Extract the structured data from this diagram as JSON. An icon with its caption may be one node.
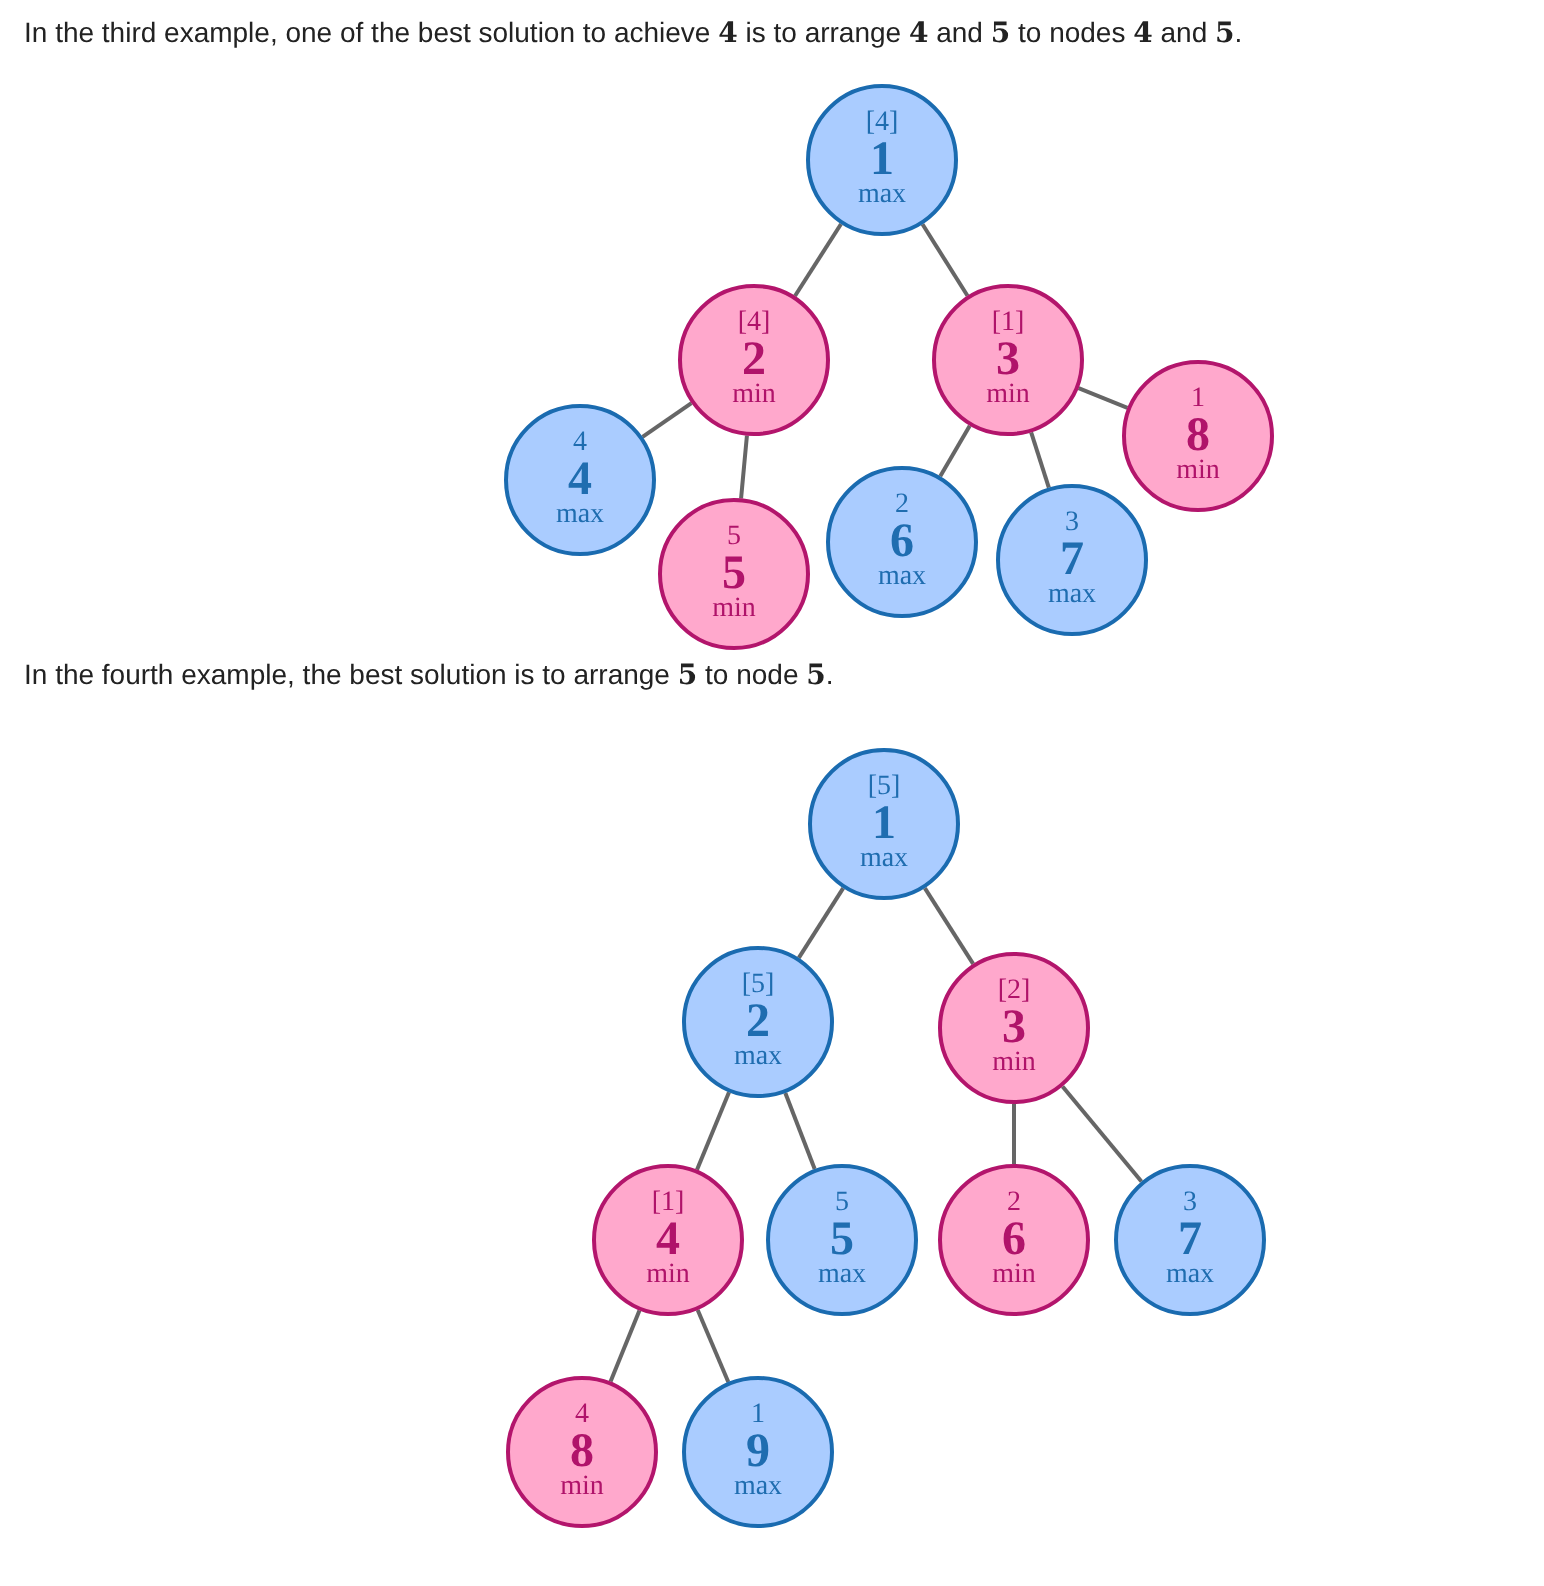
{
  "diagram": {
    "nodes": [
      {
        "text": [
          "[4]",
          "1",
          "max"
        ]
      },
      {
        "text": [
          "[4]",
          "2",
          "min"
        ]
      },
      {
        "text": [
          "[1]",
          "3",
          "min"
        ]
      },
      {
        "text": [
          "4",
          "4",
          "max"
        ]
      },
      {
        "text": [
          "5",
          "5",
          "min"
        ]
      },
      {
        "text": [
          "2",
          "6",
          "max"
        ]
      },
      {
        "text": [
          "3",
          "7",
          "max"
        ]
      },
      {
        "text": [
          "1",
          "8",
          "min"
        ]
      },
      {
        "text": [
          "[5]",
          "1",
          "max"
        ]
      },
      {
        "text": [
          "[5]",
          "2",
          "max"
        ]
      },
      {
        "text": [
          "[2]",
          "3",
          "min"
        ]
      },
      {
        "text": [
          "[1]",
          "4",
          "min"
        ]
      },
      {
        "text": [
          "5",
          "5",
          "max"
        ]
      },
      {
        "text": [
          "2",
          "6",
          "min"
        ]
      },
      {
        "text": [
          "3",
          "7",
          "max"
        ]
      },
      {
        "text": [
          "4",
          "8",
          "min"
        ]
      },
      {
        "text": [
          "1",
          "9",
          "max"
        ]
      }
    ],
    "edges": [
      {
        "from": 0,
        "to": 1,
        "arrow": "none"
      },
      {
        "from": 0,
        "to": 2,
        "arrow": "none"
      },
      {
        "from": 1,
        "to": 3,
        "arrow": "none"
      },
      {
        "from": 1,
        "to": 4,
        "arrow": "none"
      },
      {
        "from": 2,
        "to": 5,
        "arrow": "none"
      },
      {
        "from": 2,
        "to": 6,
        "arrow": "none"
      },
      {
        "from": 2,
        "to": 7,
        "arrow": "none"
      },
      {
        "from": 8,
        "to": 9,
        "arrow": "none"
      },
      {
        "from": 8,
        "to": 10,
        "arrow": "none"
      },
      {
        "from": 9,
        "to": 11,
        "arrow": "none"
      },
      {
        "from": 9,
        "to": 12,
        "arrow": "none"
      },
      {
        "from": 10,
        "to": 13,
        "arrow": "none"
      },
      {
        "from": 10,
        "to": 14,
        "arrow": "none"
      },
      {
        "from": 11,
        "to": 15,
        "arrow": "none"
      },
      {
        "from": 11,
        "to": 16,
        "arrow": "none"
      }
    ],
    "labels": [
      "In the third example, one of the best solution to achieve **4** is to arrange **4** and **5** to nodes **4** and **5**.",
      "In the fourth example, the best solution is to arrange **5** to node **5**."
    ]
  }
}
